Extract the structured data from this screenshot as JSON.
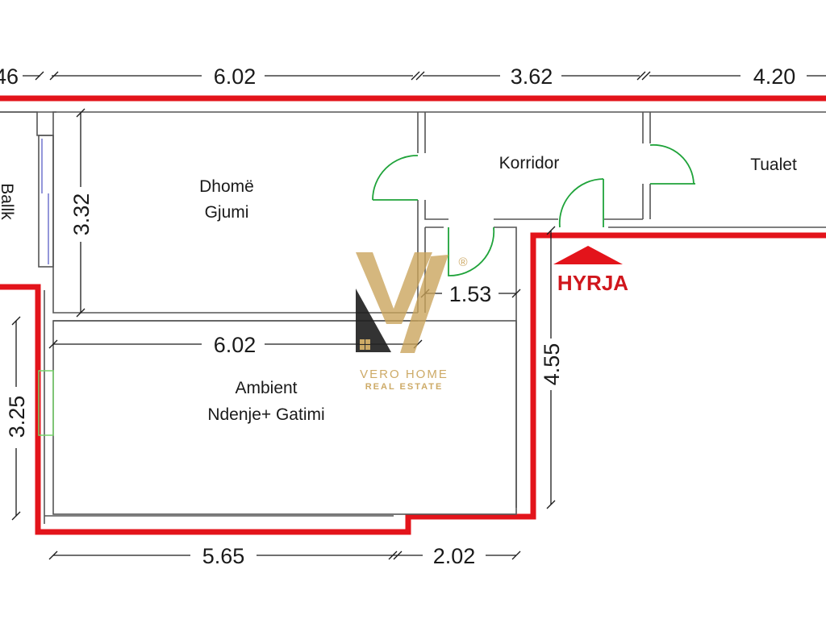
{
  "dimensions": {
    "top_left": "46",
    "top_1": "6.02",
    "top_2": "3.62",
    "top_3": "4.20",
    "bedroom_height": "3.32",
    "living_width": "6.02",
    "corridor_width": "1.53",
    "entrance_height": "4.55",
    "living_height": "3.25",
    "bottom_1": "5.65",
    "bottom_2": "2.02"
  },
  "rooms": {
    "bedroom_line1": "Dhomë",
    "bedroom_line2": "Gjumi",
    "corridor": "Korridor",
    "toilet": "Tualet",
    "living_line1": "Ambient",
    "living_line2": "Ndenje+ Gatimi",
    "left_cut": "Ballk"
  },
  "entrance": {
    "label": "HYRJA"
  },
  "watermark": {
    "line1": "VERO HOME",
    "line2": "REAL ESTATE",
    "registered": "®"
  },
  "colors": {
    "outline": "#e3141b",
    "door": "#1fa33a",
    "logo_gold": "#c9a35a",
    "logo_dark": "#222222"
  }
}
